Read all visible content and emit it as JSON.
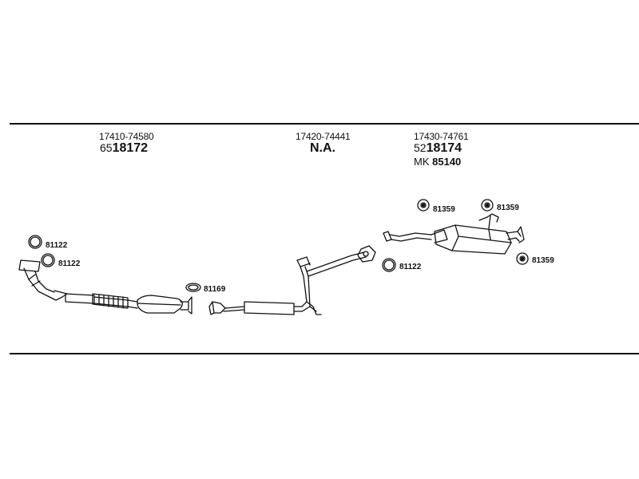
{
  "sections": [
    {
      "part_no": "17410-74580",
      "catalog_prefix": "65",
      "catalog_main": "18172"
    },
    {
      "part_no": "17420-74441",
      "catalog_text": "N.A."
    },
    {
      "part_no": "17430-74761",
      "catalog_prefix": "52",
      "catalog_main": "18174",
      "mk_prefix": "MK",
      "mk_number": "85140"
    }
  ],
  "callouts": [
    {
      "code": "81122",
      "shape": "ring"
    },
    {
      "code": "81122",
      "shape": "ring"
    },
    {
      "code": "81169",
      "shape": "gasket"
    },
    {
      "code": "81122",
      "shape": "ring"
    },
    {
      "code": "81359",
      "shape": "hanger"
    },
    {
      "code": "81359",
      "shape": "hanger"
    },
    {
      "code": "81359",
      "shape": "hanger"
    }
  ]
}
